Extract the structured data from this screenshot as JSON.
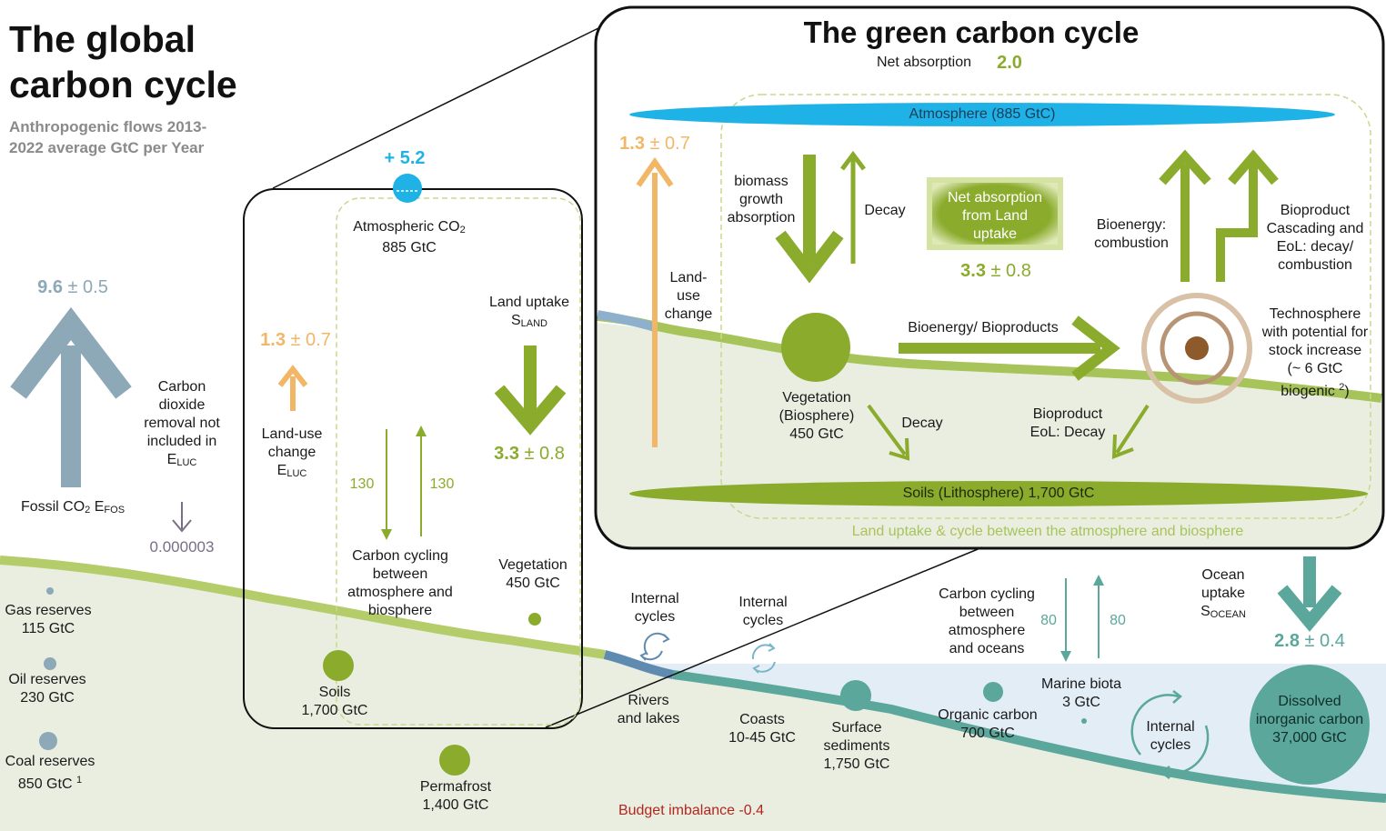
{
  "title": {
    "line1": "The global",
    "line2": "carbon cycle"
  },
  "subtitle": {
    "line1": "Anthropogenic flows 2013-",
    "line2": "2022 average GtC per Year"
  },
  "fossil": {
    "value": "9.6",
    "uncertainty": "± 0.5",
    "label": "Fossil CO",
    "label_sub2": "2",
    "label_efos": " E",
    "label_sub": "FOS"
  },
  "cdr": {
    "line1": "Carbon",
    "line2": "dioxide",
    "line3": "removal not",
    "line4": "included in",
    "line5": "E",
    "line5_sub": "LUC",
    "value": "0.000003"
  },
  "reserves": {
    "gas": {
      "name": "Gas reserves",
      "amount": "115 GtC"
    },
    "oil": {
      "name": "Oil reserves",
      "amount": "230 GtC"
    },
    "coal": {
      "name": "Coal reserves",
      "amount": "850 GtC",
      "footnote": "1"
    }
  },
  "atmosphere_left": {
    "change": "+ 5.2",
    "line1": "Atmospheric CO",
    "sub": "2",
    "line2": "885 GtC"
  },
  "land_use_left": {
    "value": "1.3",
    "uncertainty": "± 0.7",
    "line1": "Land-use",
    "line2": "change",
    "line3": "E",
    "line3_sub": "LUC"
  },
  "cycling_left": {
    "down": "130",
    "up": "130",
    "line1": "Carbon cycling",
    "line2": "between",
    "line3": "atmosphere and",
    "line4": "biosphere"
  },
  "land_uptake_left": {
    "line1": "Land uptake",
    "line2": "S",
    "line2_sub": "LAND",
    "value": "3.3",
    "uncertainty": "± 0.8"
  },
  "vegetation_left": {
    "line1": "Vegetation",
    "line2": "450 GtC"
  },
  "soils_left": {
    "line1": "Soils",
    "line2": "1,700 GtC"
  },
  "permafrost": {
    "line1": "Permafrost",
    "line2": "1,400 GtC"
  },
  "budget": "Budget imbalance -0.4",
  "green_cycle": {
    "title": "The green carbon cycle",
    "net_label": "Net absorption",
    "net_value": "2.0",
    "atmosphere": "Atmosphere (885 GtC)",
    "land_use": {
      "value": "1.3",
      "uncertainty": "± 0.7",
      "line1": "Land-",
      "line2": "use",
      "line3": "change"
    },
    "biomass": {
      "line1": "biomass",
      "line2": "growth",
      "line3": "absorption"
    },
    "decay_top": "Decay",
    "net_box": {
      "line1": "Net absorption",
      "line2": "from Land",
      "line3": "uptake"
    },
    "net_box_value": "3.3",
    "net_box_uncertainty": "± 0.8",
    "bioenergy_combustion": {
      "line1": "Bioenergy:",
      "line2": "combustion"
    },
    "bioproduct_cascading": {
      "line1": "Bioproduct",
      "line2": "Cascading and",
      "line3": "EoL: decay/",
      "line4": "combustion"
    },
    "bioenergy_bioproducts": "Bioenergy/ Bioproducts",
    "technosphere": {
      "line1": "Technosphere",
      "line2": "with potential  for",
      "line3": "stock increase",
      "line4": "(~ 6 GtC",
      "line5": "biogenic",
      "line5_sup": "2",
      "line5_end": ")"
    },
    "vegetation": {
      "line1": "Vegetation",
      "line2": "(Biosphere)",
      "line3": "450 GtC"
    },
    "decay_bottom": "Decay",
    "bioproduct_eol": {
      "line1": "Bioproduct",
      "line2": "EoL: Decay"
    },
    "soils": "Soils (Lithosphere) 1,700 GtC",
    "footer": "Land uptake & cycle between the atmosphere  and biosphere"
  },
  "ocean": {
    "internal1": {
      "line1": "Internal",
      "line2": "cycles"
    },
    "internal2": {
      "line1": "Internal",
      "line2": "cycles"
    },
    "internal3": {
      "line1": "Internal",
      "line2": "cycles"
    },
    "rivers": {
      "line1": "Rivers",
      "line2": "and lakes"
    },
    "coasts": {
      "line1": "Coasts",
      "line2": "10-45 GtC"
    },
    "sediments": {
      "line1": "Surface",
      "line2": "sediments",
      "line3": "1,750 GtC"
    },
    "organic": {
      "line1": "Organic carbon",
      "line2": "700 GtC"
    },
    "cycling": {
      "line1": "Carbon cycling",
      "line2": "between",
      "line3": "atmosphere",
      "line4": "and oceans",
      "down": "80",
      "up": "80"
    },
    "marine": {
      "line1": "Marine biota",
      "line2": "3 GtC"
    },
    "uptake": {
      "line1": "Ocean",
      "line2": "uptake",
      "line3": "S",
      "line3_sub": "OCEAN",
      "value": "2.8",
      "uncertainty": "± 0.4"
    },
    "dissolved": {
      "line1": "Dissolved",
      "line2": "inorganic carbon",
      "line3": "37,000 GtC"
    }
  },
  "colors": {
    "fossil": "#8da8b6",
    "land": "#8aab2c",
    "land_use": "#f1b766",
    "ocean": "#5ba79b",
    "atmosphere": "#1fb2e6",
    "ground": "#e9eee1",
    "sea": "#e3edf5",
    "budget": "#b3261e",
    "cdr": "#7a6e86"
  }
}
